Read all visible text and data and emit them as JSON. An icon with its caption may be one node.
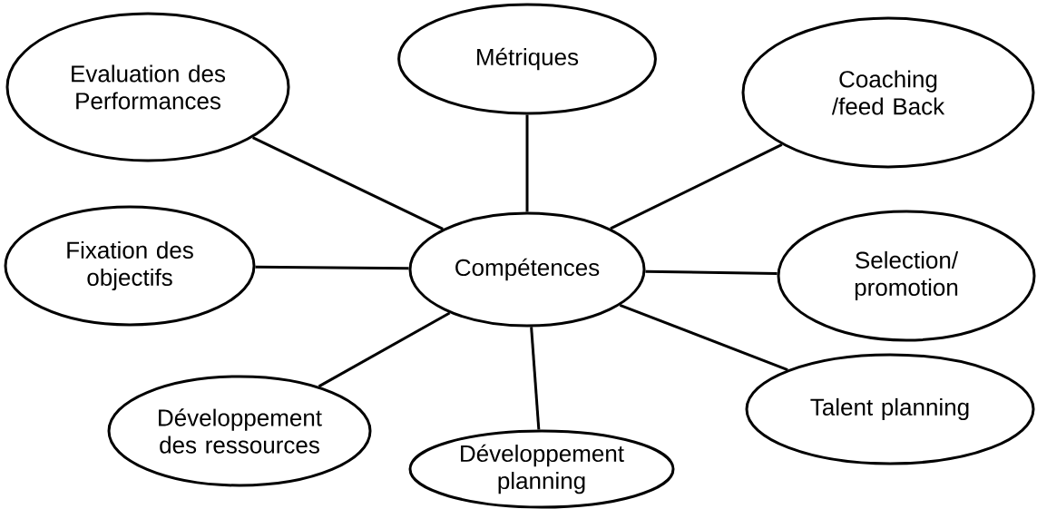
{
  "diagram": {
    "nodes": [
      {
        "text": [
          "Evaluation des Performances"
        ]
      },
      {
        "text": [
          "Métriques"
        ]
      },
      {
        "text": [
          "Coaching /feed Back"
        ]
      },
      {
        "text": [
          "Fixation des objectifs"
        ]
      },
      {
        "text": [
          "Compétences"
        ]
      },
      {
        "text": [
          "Selection/ promotion"
        ]
      },
      {
        "text": [
          "Talent planning"
        ]
      },
      {
        "text": [
          "Développement des ressources"
        ]
      },
      {
        "text": [
          "Développement planning"
        ]
      }
    ],
    "edges": [
      {
        "from": 4,
        "to": 0,
        "arrow": "none"
      },
      {
        "from": 4,
        "to": 1,
        "arrow": "none"
      },
      {
        "from": 4,
        "to": 2,
        "arrow": "none"
      },
      {
        "from": 4,
        "to": 3,
        "arrow": "none"
      },
      {
        "from": 4,
        "to": 5,
        "arrow": "none"
      },
      {
        "from": 4,
        "to": 6,
        "arrow": "none"
      },
      {
        "from": 4,
        "to": 7,
        "arrow": "none"
      },
      {
        "from": 4,
        "to": 8,
        "arrow": "none"
      }
    ]
  }
}
